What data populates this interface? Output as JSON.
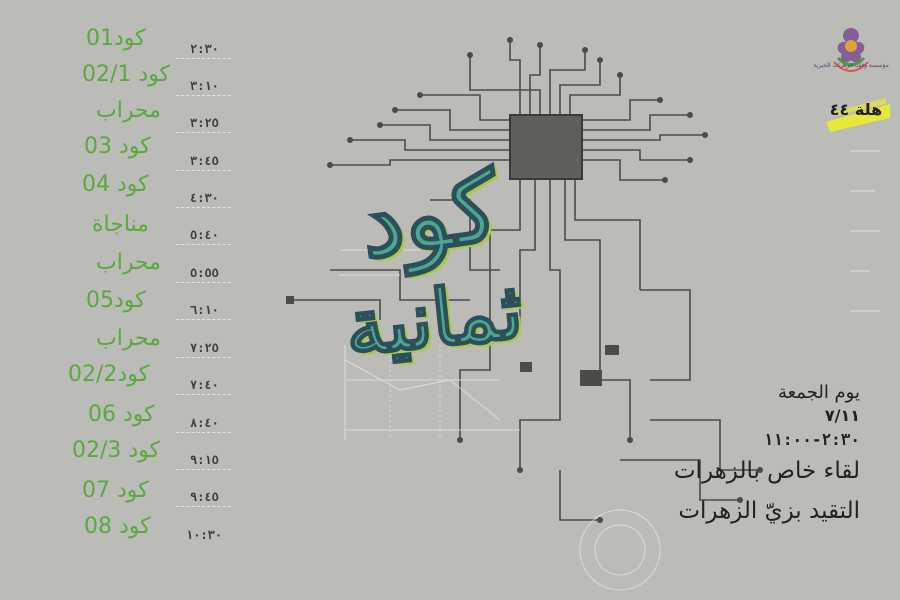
{
  "org": {
    "name": "مؤسسة وقف الزهرات الخيرية",
    "badge": "هلة ٤٤"
  },
  "title": {
    "line1": "كود",
    "line2": "ثمانية"
  },
  "schedule": [
    {
      "label": "كود01",
      "time": "٢:٣٠"
    },
    {
      "label": "كود 02/1",
      "time": "٣:١٠"
    },
    {
      "label": "محراب",
      "time": "٣:٢٥"
    },
    {
      "label": "كود 03",
      "time": "٣:٤٥"
    },
    {
      "label": "كود 04",
      "time": "٤:٣٠"
    },
    {
      "label": "مناجاة",
      "time": "٥:٤٠"
    },
    {
      "label": "محراب",
      "time": "٥:٥٥"
    },
    {
      "label": "كود05",
      "time": "٦:١٠"
    },
    {
      "label": "محراب",
      "time": "٧:٢٥"
    },
    {
      "label": "كود02/2",
      "time": "٧:٤٠"
    },
    {
      "label": "كود 06",
      "time": "٨:٤٠"
    },
    {
      "label": "كود 02/3",
      "time": "٩:١٥"
    },
    {
      "label": "كود 07",
      "time": "٩:٤٥"
    },
    {
      "label": "كود 08",
      "time": "١٠:٣٠"
    }
  ],
  "event": {
    "day": "يوم الجمعة",
    "date": "٧/١١",
    "time": "٢:٣٠-١١:٠٠",
    "line1": "لقاء خاص بالزهرات",
    "line2": "التقيد بزيّ الزهرات"
  },
  "colors": {
    "background": "#bbbcb7",
    "label": "#5aa83f",
    "title": "#4aa892",
    "chip": "#5f605c"
  }
}
